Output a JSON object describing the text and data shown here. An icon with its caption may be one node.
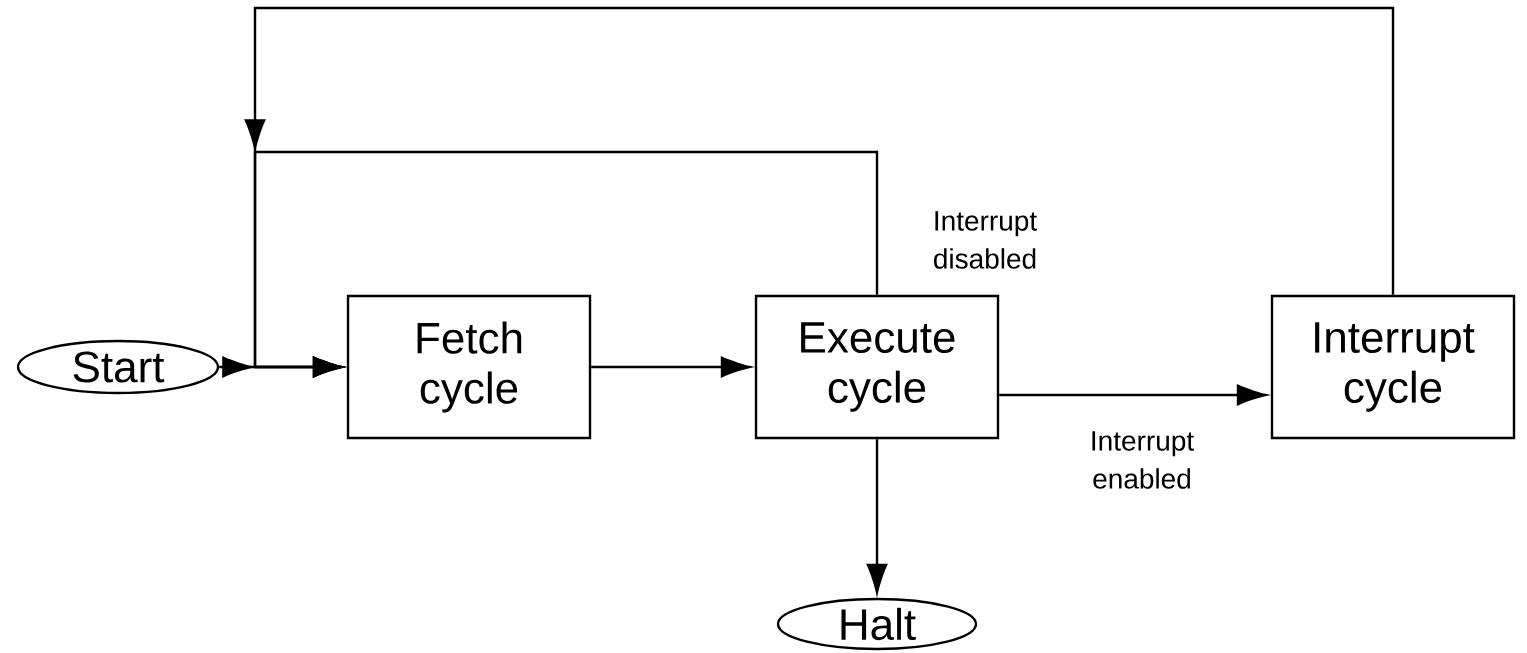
{
  "diagram": {
    "nodes": [
      {
        "text": [
          "Start"
        ]
      },
      {
        "text": [
          "Fetch cycle"
        ]
      },
      {
        "text": [
          "Execute cycle"
        ]
      },
      {
        "text": [
          "Interrupt cycle"
        ]
      },
      {
        "text": [
          "Halt"
        ]
      }
    ],
    "edges": [
      {
        "from": 0,
        "to": 1,
        "arrow": "to"
      },
      {
        "from": 1,
        "to": 2,
        "arrow": "to"
      },
      {
        "from": 2,
        "to": 3,
        "arrow": "to",
        "label": "Interrupt enabled"
      },
      {
        "from": 2,
        "to": 4,
        "arrow": "to"
      },
      {
        "from": 2,
        "to": 1,
        "arrow": "to",
        "label": "Interrupt disabled"
      },
      {
        "from": 3,
        "to": 1,
        "arrow": "to"
      }
    ]
  }
}
